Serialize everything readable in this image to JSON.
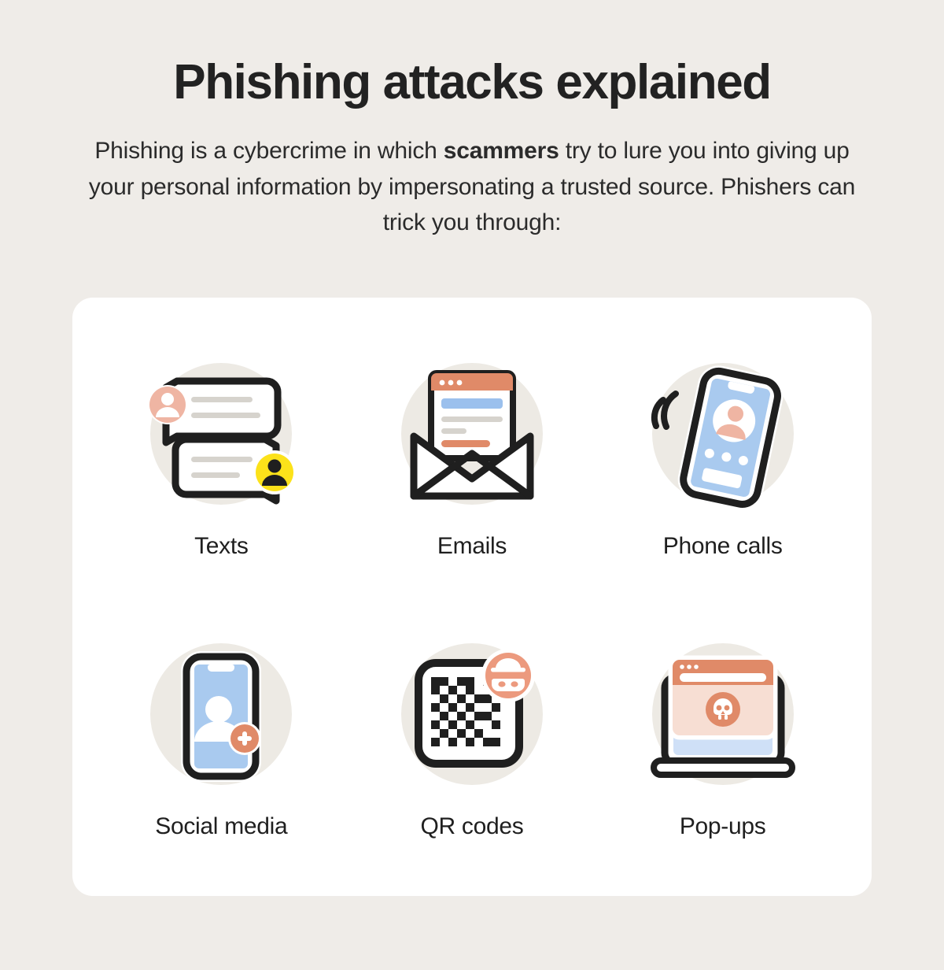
{
  "header": {
    "title": "Phishing attacks explained",
    "subtitle_before": "Phishing is a cybercrime in which ",
    "subtitle_bold": "scammers",
    "subtitle_after": " try to lure you into giving up your personal information by impersonating a trusted source. Phishers can trick you through:"
  },
  "card": {
    "items": [
      {
        "label": "Texts",
        "icon": "chat-bubbles-icon"
      },
      {
        "label": "Emails",
        "icon": "open-envelope-icon"
      },
      {
        "label": "Phone calls",
        "icon": "ringing-phone-icon"
      },
      {
        "label": "Social media",
        "icon": "phone-add-friend-icon"
      },
      {
        "label": "QR codes",
        "icon": "qr-code-incognito-icon"
      },
      {
        "label": "Pop-ups",
        "icon": "laptop-popup-skull-icon"
      }
    ]
  },
  "colors": {
    "page_background": "#EFECE8",
    "card_background": "#FFFFFF",
    "icon_disc": "#EDEAE4",
    "ink": "#1F1F1F",
    "salmon": "#E08A68",
    "salmon_light": "#EFB5A3",
    "blue": "#A9CAEF",
    "blue_mid": "#9BC0ED",
    "yellow": "#FCE21A",
    "gray_bar": "#D6D3CD",
    "pink_pale": "#F7DED3"
  }
}
